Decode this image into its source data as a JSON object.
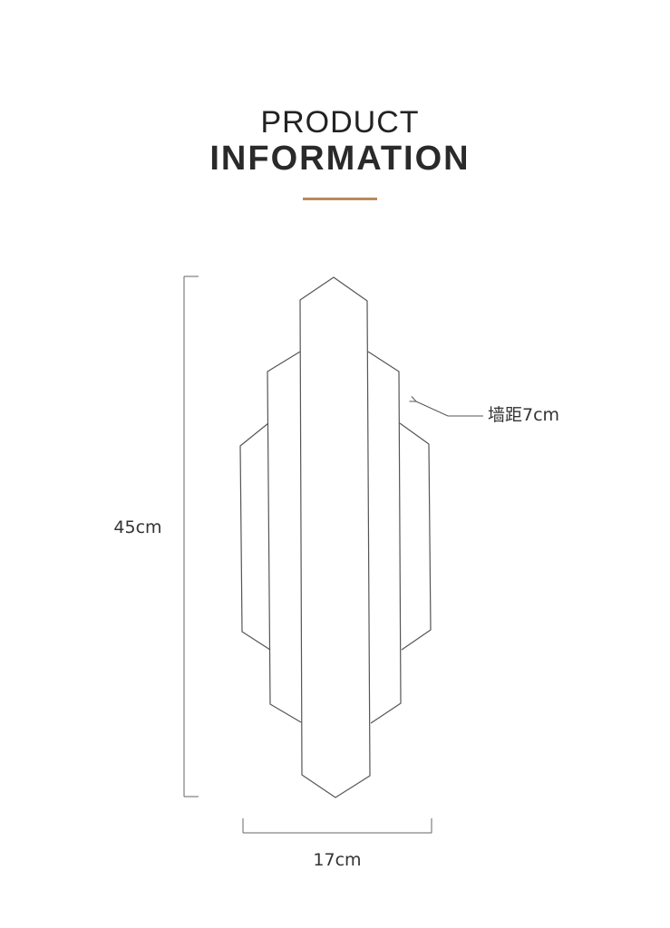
{
  "header": {
    "line1": "PRODUCT",
    "line2": "INFORMATION"
  },
  "colors": {
    "accent": "#b88a5c",
    "outline": "#555555",
    "text": "#333333"
  },
  "dimensions": {
    "height_label": "45cm",
    "width_label": "17cm",
    "wall_distance_label": "墙距7cm"
  }
}
